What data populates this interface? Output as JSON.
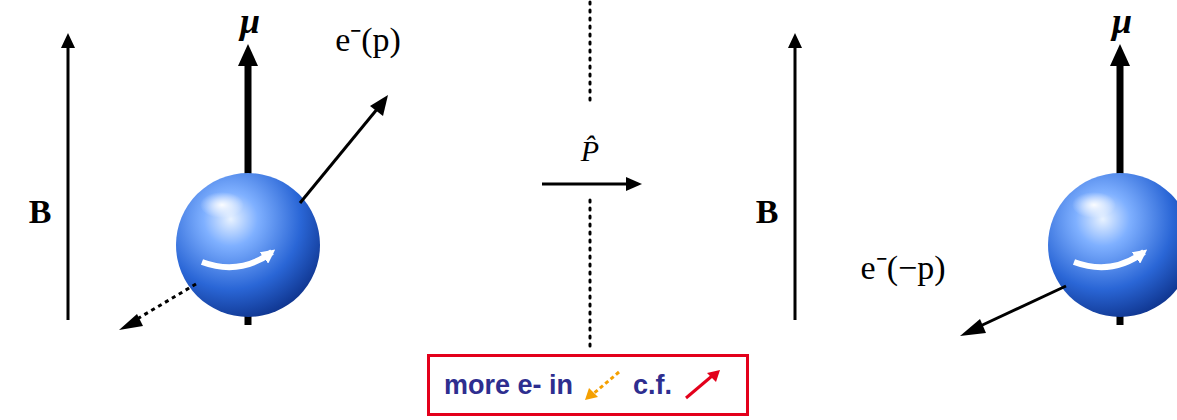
{
  "diagram": {
    "nodes": [
      {
        "text": [
          "more e- in",
          "c.f."
        ]
      }
    ],
    "labels": [
      "μ",
      "e⁻(p)",
      "B",
      "P̂",
      "B",
      "e⁻(−p)",
      "μ"
    ]
  }
}
